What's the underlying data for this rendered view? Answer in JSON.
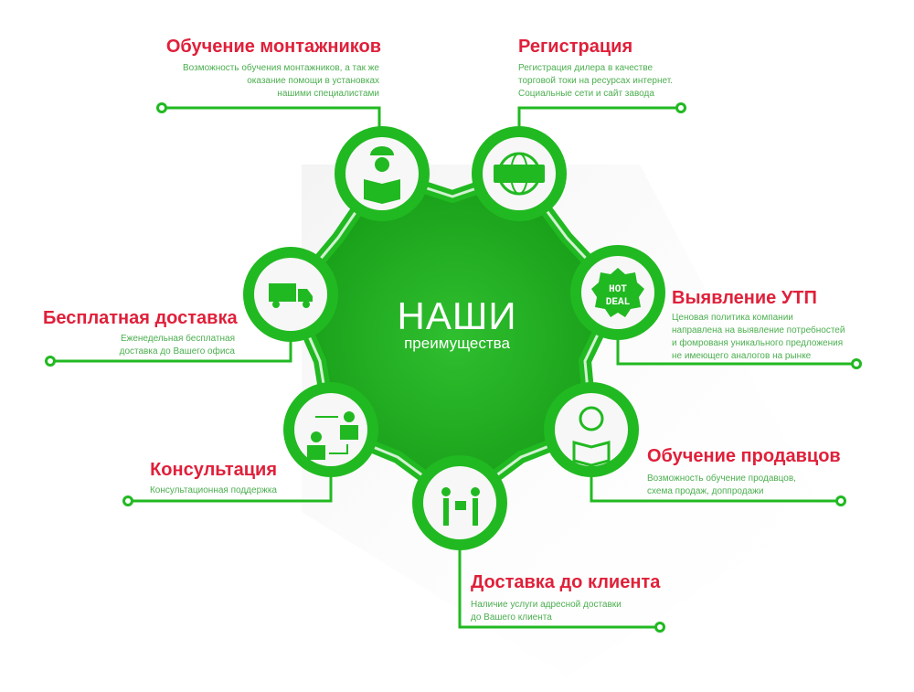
{
  "center": {
    "title": "НАШИ",
    "subtitle": "преимущества"
  },
  "colors": {
    "green": "#21b921",
    "red": "#e0203a",
    "text_green": "#4caf50"
  },
  "items": [
    {
      "title": "Обучение монтажников",
      "desc": [
        "Возможность обучения монтажников, а так же",
        "оказание помощи в установках",
        "нашими специалистами"
      ],
      "icon": "installer-reading-icon"
    },
    {
      "title": "Регистрация",
      "desc": [
        "Регистрация дилера в качестве",
        "торговой токи на ресурсах интернет.",
        "Социальные сети и сайт завода"
      ],
      "icon": "www-globe-icon"
    },
    {
      "title": "Выявление УТП",
      "desc": [
        "Ценовая политика компании",
        "направлена на выявление потребностей",
        "и фомрованя уникального предложения",
        "не имеющего аналогов на рынке"
      ],
      "icon": "hot-deal-icon",
      "icon_text": [
        "HOT",
        "DEAL"
      ]
    },
    {
      "title": "Обучение продавцов",
      "desc": [
        "Возможность обучение продавцов,",
        "схема продаж, доппродажи"
      ],
      "icon": "seller-reading-icon"
    },
    {
      "title": "Доставка до клиента",
      "desc": [
        "Наличие услуги адресной доставки",
        "до Вашего клиента"
      ],
      "icon": "handover-icon"
    },
    {
      "title": "Консультация",
      "desc": [
        "Консультационная поддержка"
      ],
      "icon": "consultation-icon"
    },
    {
      "title": "Бесплатная доставка",
      "desc": [
        "Еженедельная бесплатная",
        "доставка до Вашего офиса"
      ],
      "icon": "truck-icon"
    }
  ]
}
